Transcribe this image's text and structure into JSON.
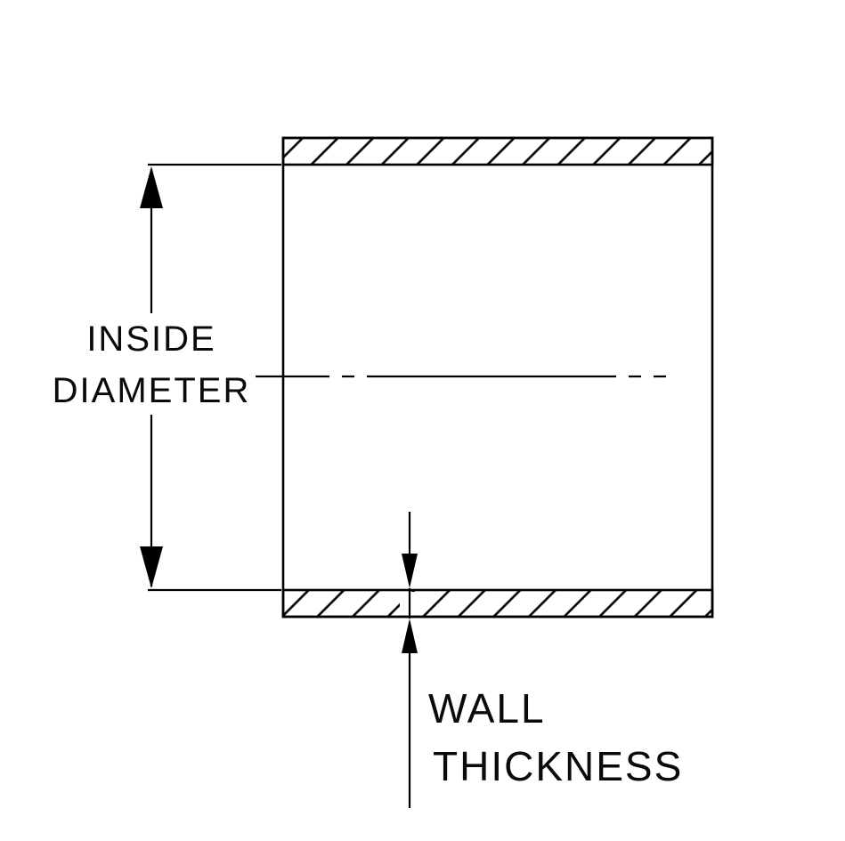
{
  "colors": {
    "stroke": "#000000",
    "arrow_fill": "#000000",
    "text": "#0a0a0a",
    "background": "#ffffff"
  },
  "labels": {
    "inside_diameter": {
      "line1": "INSIDE",
      "line2": "DIAMETER"
    },
    "wall_thickness": {
      "line1": "WALL",
      "line2": "THICKNESS"
    }
  }
}
